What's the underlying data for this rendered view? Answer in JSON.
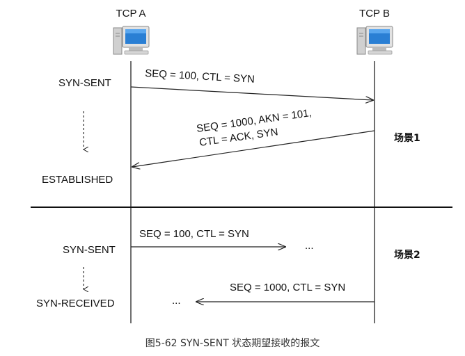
{
  "hosts": {
    "a": {
      "name": "TCP A",
      "icon": "computer-icon"
    },
    "b": {
      "name": "TCP B",
      "icon": "computer-icon"
    }
  },
  "scenario1": {
    "label": "场景1",
    "state_start": "SYN-SENT",
    "state_end": "ESTABLISHED",
    "msg1": "SEQ = 100, CTL = SYN",
    "msg2_line1": "SEQ = 1000, AKN = 101,",
    "msg2_line2": "CTL = ACK, SYN"
  },
  "scenario2": {
    "label": "场景2",
    "state_start": "SYN-SENT",
    "state_end": "SYN-RECEIVED",
    "msg1": "SEQ = 100,  CTL = SYN",
    "msg1_cont": "...",
    "msg2": "SEQ = 1000,  CTL = SYN",
    "msg2_cont": "..."
  },
  "caption": "图5-62   SYN-SENT 状态期望接收的报文",
  "colors": {
    "line": "#222222",
    "monitor_screen": "#2a7fd4",
    "tower": "#c8c8c8"
  }
}
